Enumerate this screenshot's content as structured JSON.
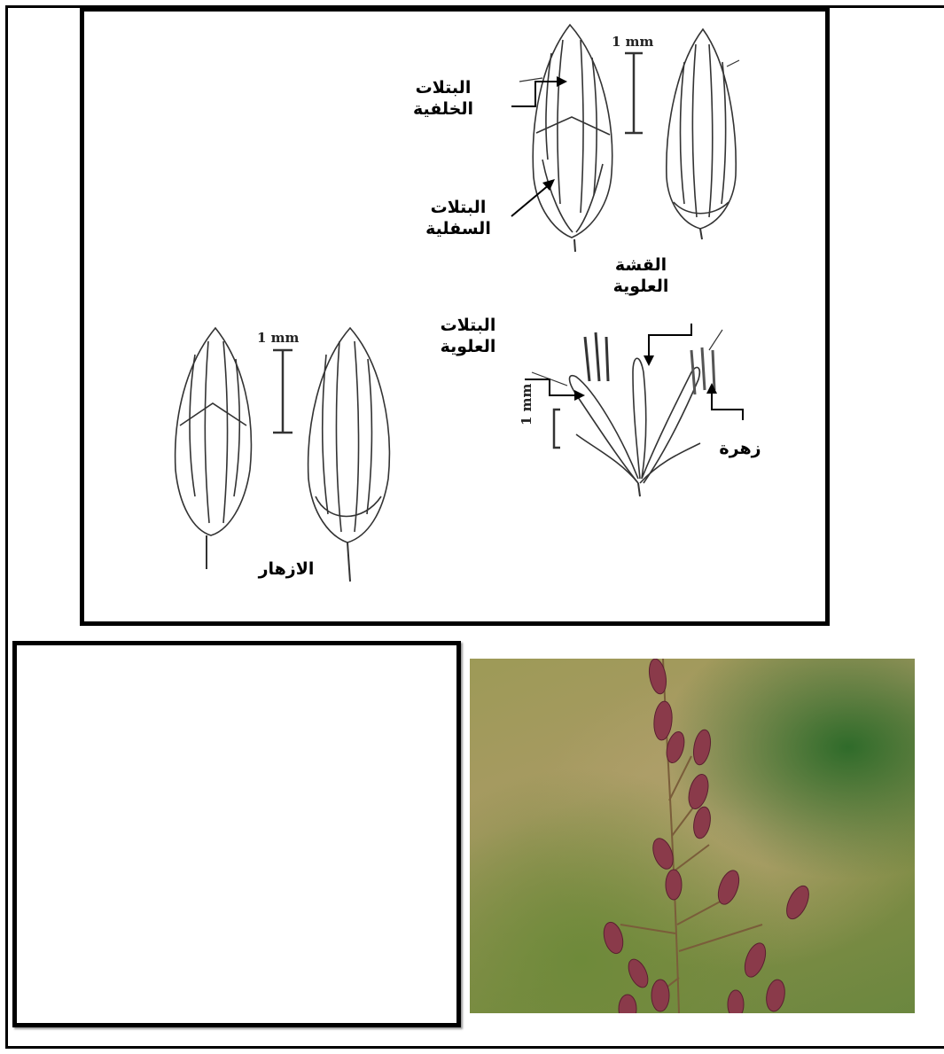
{
  "labels": {
    "back_petals_1": "البتلات",
    "back_petals_2": "الخلفية",
    "lower_petals_1": "البتلات",
    "lower_petals_2": "السفلية",
    "upper_husk_1": "القشة",
    "upper_husk_2": "العلوية",
    "upper_petals_1": "البتلات",
    "upper_petals_2": "العلوية",
    "flower": "زهرة",
    "flowers": "الازهار"
  },
  "scale_bars": {
    "top": "1 mm",
    "left": "1 mm",
    "spikelet": "1 mm"
  },
  "icons": [
    "arrow-icon"
  ],
  "colors": {
    "frame": "#000000",
    "sketch_line": "#333333",
    "photo_seed": "#8a3a4a",
    "photo_bg": "#a89a63"
  }
}
